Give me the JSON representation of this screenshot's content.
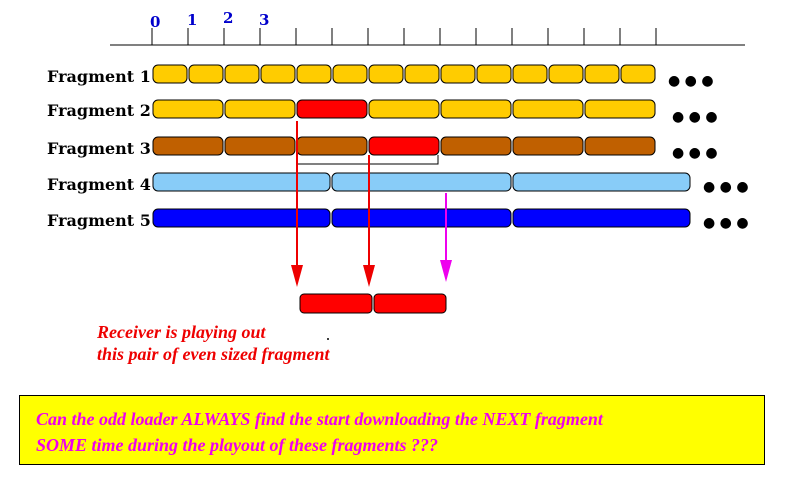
{
  "timeline": {
    "tick_labels": [
      "0",
      "1",
      "2",
      "3"
    ]
  },
  "fragments": [
    {
      "label": "Fragment 1",
      "color": "#ffcc00",
      "dots": "● ● ●",
      "segments": [
        {
          "c": "#ffcc00"
        },
        {
          "c": "#ffcc00"
        },
        {
          "c": "#ffcc00"
        },
        {
          "c": "#ffcc00"
        },
        {
          "c": "#ffcc00"
        },
        {
          "c": "#ffcc00"
        },
        {
          "c": "#ffcc00"
        },
        {
          "c": "#ffcc00"
        },
        {
          "c": "#ffcc00"
        },
        {
          "c": "#ffcc00"
        },
        {
          "c": "#ffcc00"
        },
        {
          "c": "#ffcc00"
        },
        {
          "c": "#ffcc00"
        },
        {
          "c": "#ffcc00"
        }
      ]
    },
    {
      "label": "Fragment 2",
      "color": "#ffcc00",
      "dots": "● ● ●",
      "segments": [
        {
          "c": "#ffcc00"
        },
        {
          "c": "#ffcc00"
        },
        {
          "c": "#ff0000"
        },
        {
          "c": "#ffcc00"
        },
        {
          "c": "#ffcc00"
        },
        {
          "c": "#ffcc00"
        },
        {
          "c": "#ffcc00"
        }
      ]
    },
    {
      "label": "Fragment 3",
      "color": "#c06000",
      "dots": "● ● ●",
      "segments": [
        {
          "c": "#c06000"
        },
        {
          "c": "#c06000"
        },
        {
          "c": "#c06000"
        },
        {
          "c": "#ff0000"
        },
        {
          "c": "#c06000"
        },
        {
          "c": "#c06000"
        },
        {
          "c": "#c06000"
        }
      ]
    },
    {
      "label": "Fragment 4",
      "color": "#88ccf8",
      "dots": "● ● ●",
      "segments": [
        {
          "c": "#88ccf8"
        },
        {
          "c": "#88ccf8"
        },
        {
          "c": "#88ccf8"
        }
      ]
    },
    {
      "label": "Fragment 5",
      "color": "#0000ff",
      "dots": "● ● ●",
      "segments": [
        {
          "c": "#0000ff"
        },
        {
          "c": "#0000ff"
        },
        {
          "c": "#0000ff"
        }
      ]
    }
  ],
  "playout": {
    "caption_line1": "Receiver is playing out",
    "caption_line2": "this pair of even sized fragment",
    "segment_color": "#ff0000",
    "arrow_color_red": "#ee0000",
    "arrow_color_magenta": "#ee00ee"
  },
  "question": {
    "line1": "Can the odd loader ALWAYS find the start downloading the NEXT fragment",
    "line2": "SOME time during the playout of these fragments ???"
  }
}
